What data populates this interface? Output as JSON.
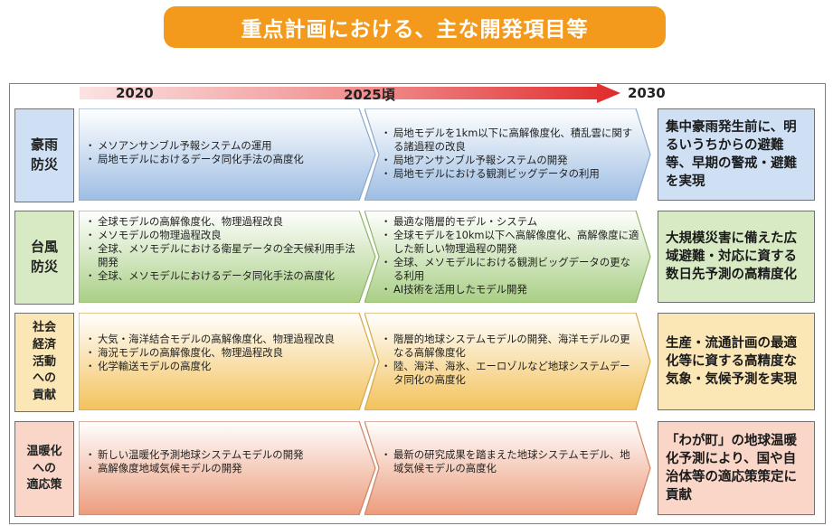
{
  "title": "重点計画における、主な開発項目等",
  "timeline": {
    "y2020": "2020",
    "y2025": "2025頃",
    "y2030": "2030"
  },
  "colors": {
    "banner": "#f39a1d",
    "blue": "#cfe0f4",
    "blue_dark": "#9dbde3",
    "green": "#d8eac4",
    "green_dark": "#a9cf85",
    "yellow": "#fbe6b6",
    "yellow_dark": "#f3c25c",
    "red": "#f9d6c7",
    "red_dark": "#ec9c7c"
  },
  "rows": [
    {
      "label": "豪雨\n防災",
      "phase1": [
        "メソアンサンブル予報システムの運用",
        "局地モデルにおけるデータ同化手法の高度化"
      ],
      "phase2": [
        "局地モデルを1km以下に高解像度化、積乱雲に関する諸過程の改良",
        "局地アンサンブル予報システムの開発",
        "局地モデルにおける観測ビッグデータの利用"
      ],
      "outcome": "集中豪雨発生前に、明るいうちからの避難等、早期の警戒・避難を実現"
    },
    {
      "label": "台風\n防災",
      "phase1": [
        "全球モデルの高解像度化、物理過程改良",
        "メソモデルの物理過程改良",
        "全球、メソモデルにおける衛星データの全天候利用手法開発",
        "全球、メソモデルにおけるデータ同化手法の高度化"
      ],
      "phase2": [
        "最適な階層的モデル・システム",
        "全球モデルを10km以下へ高解像度化、高解像度に適した新しい物理過程の開発",
        "全球、メソモデルにおける観測ビッグデータの更なる利用",
        "AI技術を活用したモデル開発"
      ],
      "outcome": "大規模災害に備えた広域避難・対応に資する数日先予測の高精度化"
    },
    {
      "label": "社会\n経済\n活動\nへの\n貢献",
      "phase1": [
        "大気・海洋結合モデルの高解像度化、物理過程改良",
        "海況モデルの高解像度化、物理過程改良",
        "化学輸送モデルの高度化"
      ],
      "phase2": [
        "階層的地球システムモデルの開発、海洋モデルの更なる高解像度化",
        "陸、海洋、海氷、エーロゾルなど地球システムデータ同化の高度化"
      ],
      "outcome": "生産・流通計画の最適化等に資する高精度な気象・気候予測を実現"
    },
    {
      "label": "温暖化\nへの\n適応策",
      "phase1": [
        "新しい温暖化予測地球システムモデルの開発",
        "高解像度地域気候モデルの開発"
      ],
      "phase2": [
        "最新の研究成果を踏まえた地球システムモデル、地域気候モデルの高度化"
      ],
      "outcome": "「わが町」の地球温暖化予測により、国や自治体等の適応策策定に貢献"
    }
  ]
}
